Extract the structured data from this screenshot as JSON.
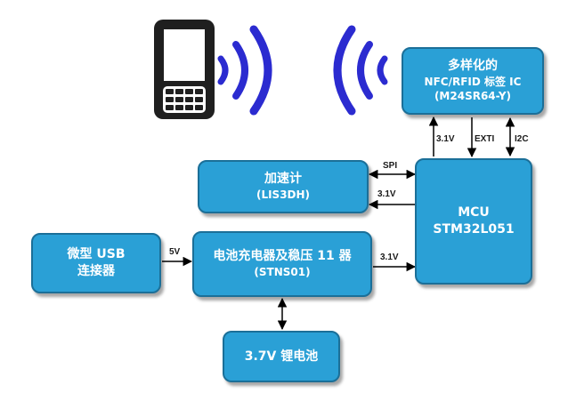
{
  "nfc_box": {
    "line1": "多样化的",
    "line2": "NFC/RFID 标签 IC",
    "line3": "(M24SR64-Y)"
  },
  "accel_box": {
    "line1": "加速计",
    "line2": "(LIS3DH)"
  },
  "mcu_box": {
    "line1": "MCU",
    "line2": "STM32L051"
  },
  "usb_box": {
    "line1": "微型 USB",
    "line2": "连接器"
  },
  "charger_box": {
    "line1": "电池充电器及稳压 11 器",
    "line2": "(STNS01)"
  },
  "battery_box": {
    "line1": "3.7V 锂电池"
  },
  "labels": {
    "nfc_mcu_left": "3.1V",
    "nfc_mcu_mid": "EXTI",
    "nfc_mcu_right": "I2C",
    "spi": "SPI",
    "accel_power": "3.1V",
    "usb_charger": "5V",
    "charger_mcu": "3.1V"
  },
  "colors": {
    "box_fill": "#2aa0d6",
    "box_border": "#1b6f98",
    "wave": "#2b2bd0",
    "phone": "#1f1f1f",
    "text": "#ffffff"
  },
  "icons": [
    "mobile-phone-icon",
    "radio-waves-icon"
  ]
}
